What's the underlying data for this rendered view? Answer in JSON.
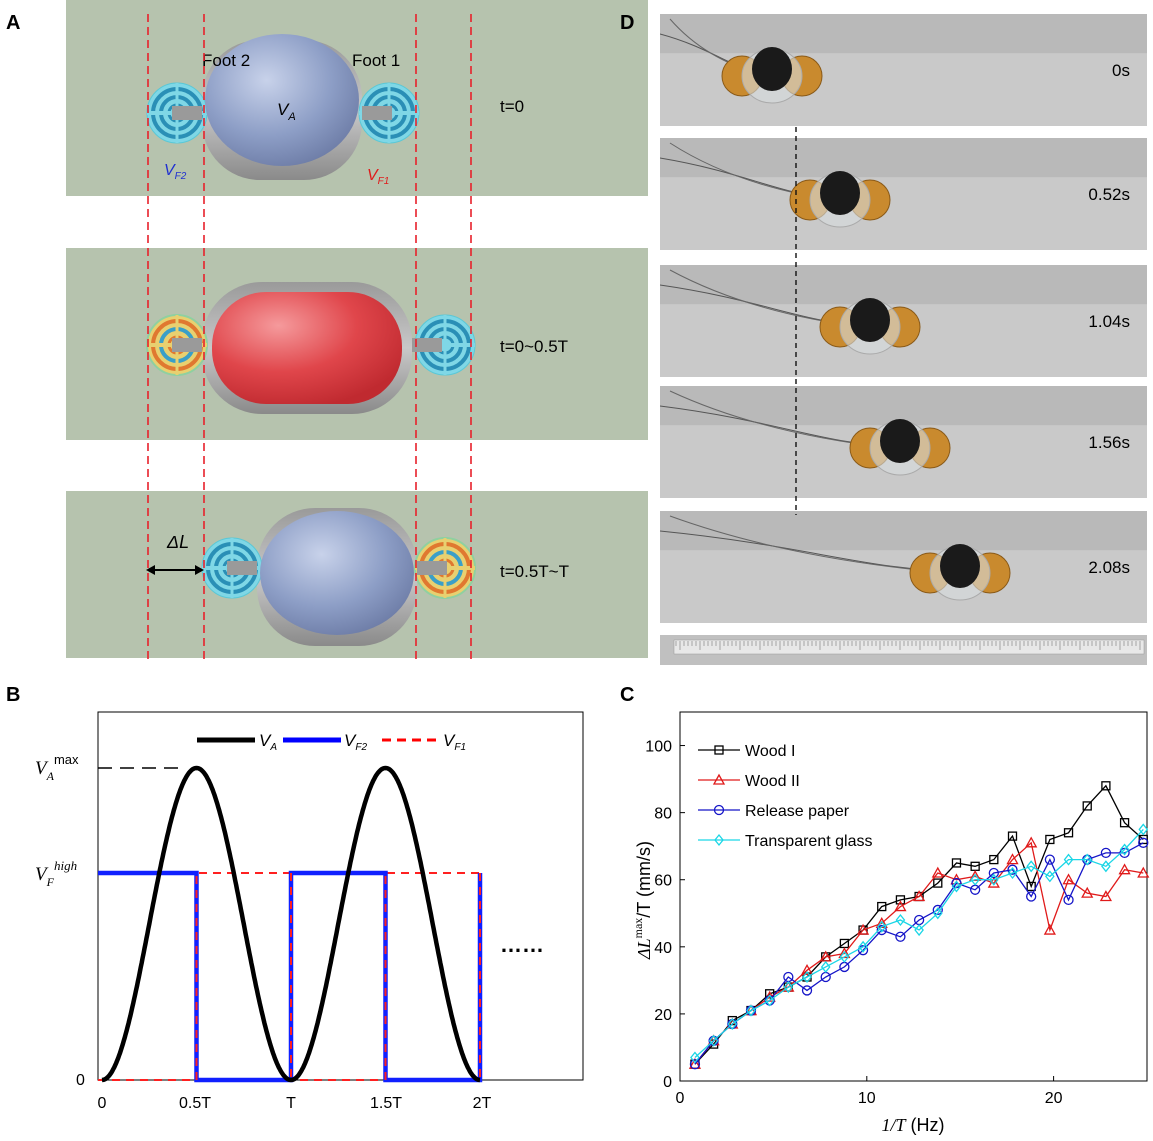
{
  "panels": {
    "A": {
      "letter": "A",
      "foot2_label": "Foot 2",
      "foot1_label": "Foot 1",
      "va_label": "V",
      "va_sub": "A",
      "vf2_label": "V",
      "vf2_sub": "F2",
      "vf1_label": "V",
      "vf1_sub": "F1",
      "delta_label": "ΔL",
      "time_labels": [
        "t=0",
        "t=0~0.5T",
        "t=0.5T~T"
      ],
      "colors": {
        "background": "#b6c3ae",
        "body_relaxed": "#8fa0c6",
        "body_active": "#e04045",
        "dashed": "#e8212b",
        "vf2": "#2030d0",
        "vf1": "#e01a1a"
      }
    },
    "B": {
      "letter": "B",
      "y_top_label_main": "V",
      "y_top_label_sub": "A",
      "y_top_label_sup": "max",
      "y_mid_label_main": "V",
      "y_mid_label_sub": "F",
      "y_mid_label_sup": "high",
      "y_zero": "0",
      "x_ticks": [
        "0",
        "0.5T",
        "T",
        "1.5T",
        "2T"
      ],
      "legend": [
        {
          "name": "V",
          "sub": "A",
          "color": "#000000",
          "style": "solid"
        },
        {
          "name": "V",
          "sub": "F2",
          "color": "#0000ff",
          "style": "solid"
        },
        {
          "name": "V",
          "sub": "F1",
          "color": "#ff0000",
          "style": "dashed"
        }
      ],
      "ellipsis": "……"
    },
    "C": {
      "letter": "C",
      "chart_data": {
        "type": "line",
        "xlabel_math": "1/T",
        "xlabel_unit": " (Hz)",
        "ylabel_math": "ΔL",
        "ylabel_sup": "max",
        "ylabel_rest": "/T (mm/s)",
        "xlim": [
          0,
          25
        ],
        "ylim": [
          0,
          110
        ],
        "xticks": [
          0,
          10,
          20
        ],
        "yticks": [
          0,
          20,
          40,
          60,
          80,
          100
        ],
        "legend_position": "top-left",
        "series": [
          {
            "name": "Wood I",
            "color": "#000000",
            "marker": "square",
            "x": [
              0.8,
              1.8,
              2.8,
              3.8,
              4.8,
              5.8,
              6.8,
              7.8,
              8.8,
              9.8,
              10.8,
              11.8,
              12.8,
              13.8,
              14.8,
              15.8,
              16.8,
              17.8,
              18.8,
              19.8,
              20.8,
              21.8,
              22.8,
              23.8,
              24.8
            ],
            "y": [
              5,
              11,
              18,
              21,
              26,
              28,
              31,
              37,
              41,
              45,
              52,
              54,
              55,
              59,
              65,
              64,
              66,
              73,
              58,
              72,
              74,
              82,
              88,
              77,
              72
            ]
          },
          {
            "name": "Wood II",
            "color": "#e01a1a",
            "marker": "triangle",
            "x": [
              0.8,
              1.8,
              2.8,
              3.8,
              4.8,
              5.8,
              6.8,
              7.8,
              8.8,
              9.8,
              10.8,
              11.8,
              12.8,
              13.8,
              14.8,
              15.8,
              16.8,
              17.8,
              18.8,
              19.8,
              20.8,
              21.8,
              22.8,
              23.8,
              24.8
            ],
            "y": [
              5,
              12,
              17,
              21,
              25,
              28,
              33,
              37,
              38,
              45,
              47,
              52,
              55,
              62,
              60,
              61,
              59,
              66,
              71,
              45,
              60,
              56,
              55,
              63,
              62
            ]
          },
          {
            "name": "Release paper",
            "color": "#1515c8",
            "marker": "circle",
            "x": [
              0.8,
              1.8,
              2.8,
              3.8,
              4.8,
              5.8,
              6.8,
              7.8,
              8.8,
              9.8,
              10.8,
              11.8,
              12.8,
              13.8,
              14.8,
              15.8,
              16.8,
              17.8,
              18.8,
              19.8,
              20.8,
              21.8,
              22.8,
              23.8,
              24.8
            ],
            "y": [
              5,
              12,
              17,
              21,
              24,
              31,
              27,
              31,
              34,
              39,
              45,
              43,
              48,
              51,
              59,
              57,
              62,
              63,
              55,
              66,
              54,
              66,
              68,
              68,
              71
            ]
          },
          {
            "name": "Transparent glass",
            "color": "#1ad6e6",
            "marker": "diamond",
            "x": [
              0.8,
              1.8,
              2.8,
              3.8,
              4.8,
              5.8,
              6.8,
              7.8,
              8.8,
              9.8,
              10.8,
              11.8,
              12.8,
              13.8,
              14.8,
              15.8,
              16.8,
              17.8,
              18.8,
              19.8,
              20.8,
              21.8,
              22.8,
              23.8,
              24.8
            ],
            "y": [
              7,
              12,
              17,
              21,
              24,
              28,
              31,
              34,
              37,
              40,
              46,
              48,
              45,
              50,
              58,
              60,
              60,
              62,
              64,
              61,
              66,
              66,
              64,
              69,
              75
            ]
          }
        ]
      }
    },
    "D": {
      "letter": "D",
      "frames": [
        "0s",
        "0.52s",
        "1.04s",
        "1.56s",
        "2.08s"
      ]
    }
  }
}
